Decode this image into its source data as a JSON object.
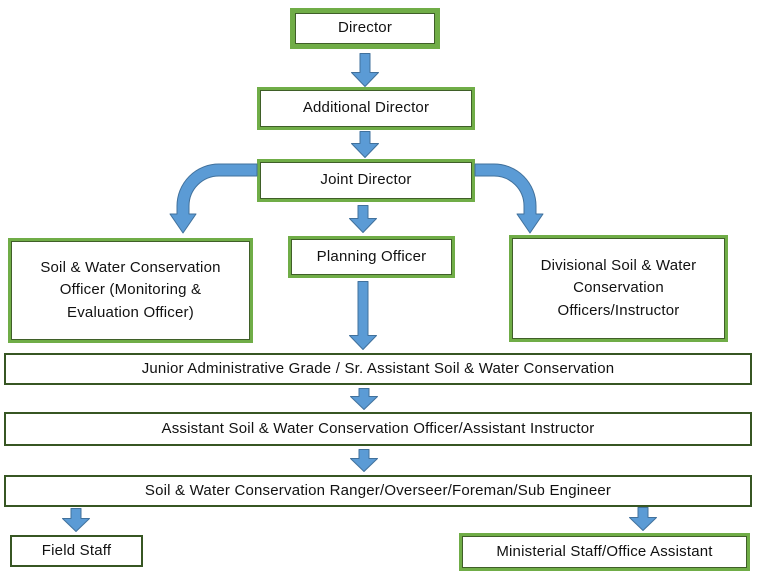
{
  "colors": {
    "background": "#FFFFFF",
    "text": "#111111",
    "box_green": "#70AD47",
    "box_green_dark": "#375623",
    "inner_line": "#3F5F28",
    "arrow_fill": "#5B9BD5",
    "arrow_outline": "#41719C"
  },
  "org_chart": {
    "nodes": {
      "director": {
        "label": "Director"
      },
      "additional_director": {
        "label": "Additional Director"
      },
      "joint_director": {
        "label": "Joint Director"
      },
      "swc_officer_monitoring": {
        "label": "Soil & Water Conservation Officer (Monitoring & Evaluation Officer)"
      },
      "planning_officer": {
        "label": "Planning Officer"
      },
      "divisional_swc_officers": {
        "label": "Divisional Soil & Water Conservation Officers/Instructor"
      },
      "junior_admin_grade": {
        "label": "Junior Administrative Grade / Sr. Assistant Soil & Water Conservation"
      },
      "assistant_swc_officer": {
        "label": "Assistant Soil & Water Conservation Officer/Assistant Instructor"
      },
      "swc_ranger": {
        "label": "Soil & Water Conservation Ranger/Overseer/Foreman/Sub Engineer"
      },
      "field_staff": {
        "label": "Field Staff"
      },
      "ministerial_staff": {
        "label": "Ministerial Staff/Office Assistant"
      }
    },
    "connectors": [
      {
        "from": "director",
        "to": "additional_director",
        "type": "straight-down"
      },
      {
        "from": "additional_director",
        "to": "joint_director",
        "type": "straight-down"
      },
      {
        "from": "joint_director",
        "to": "swc_officer_monitoring",
        "type": "curved-left"
      },
      {
        "from": "joint_director",
        "to": "planning_officer",
        "type": "straight-down"
      },
      {
        "from": "joint_director",
        "to": "divisional_swc_officers",
        "type": "curved-right"
      },
      {
        "from": "planning_officer",
        "to": "junior_admin_grade",
        "type": "straight-down"
      },
      {
        "from": "junior_admin_grade",
        "to": "assistant_swc_officer",
        "type": "straight-down"
      },
      {
        "from": "assistant_swc_officer",
        "to": "swc_ranger",
        "type": "straight-down"
      },
      {
        "from": "swc_ranger",
        "to": "field_staff",
        "type": "straight-down"
      },
      {
        "from": "swc_ranger",
        "to": "ministerial_staff",
        "type": "straight-down"
      }
    ]
  }
}
